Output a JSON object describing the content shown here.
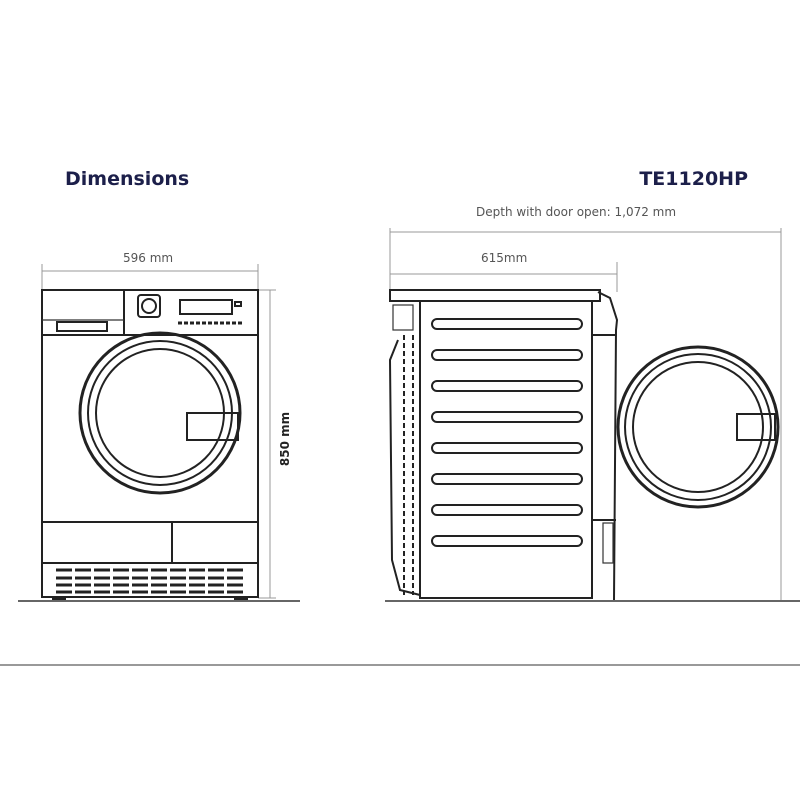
{
  "header": {
    "title": "Dimensions",
    "model": "TE1120HP"
  },
  "dimensions": {
    "width": "596 mm",
    "height": "850 mm",
    "depth": "615mm",
    "depth_door_open": "Depth with door open: 1,072 mm"
  },
  "colors": {
    "title": "#1c1f4a",
    "lines": "#222222"
  }
}
